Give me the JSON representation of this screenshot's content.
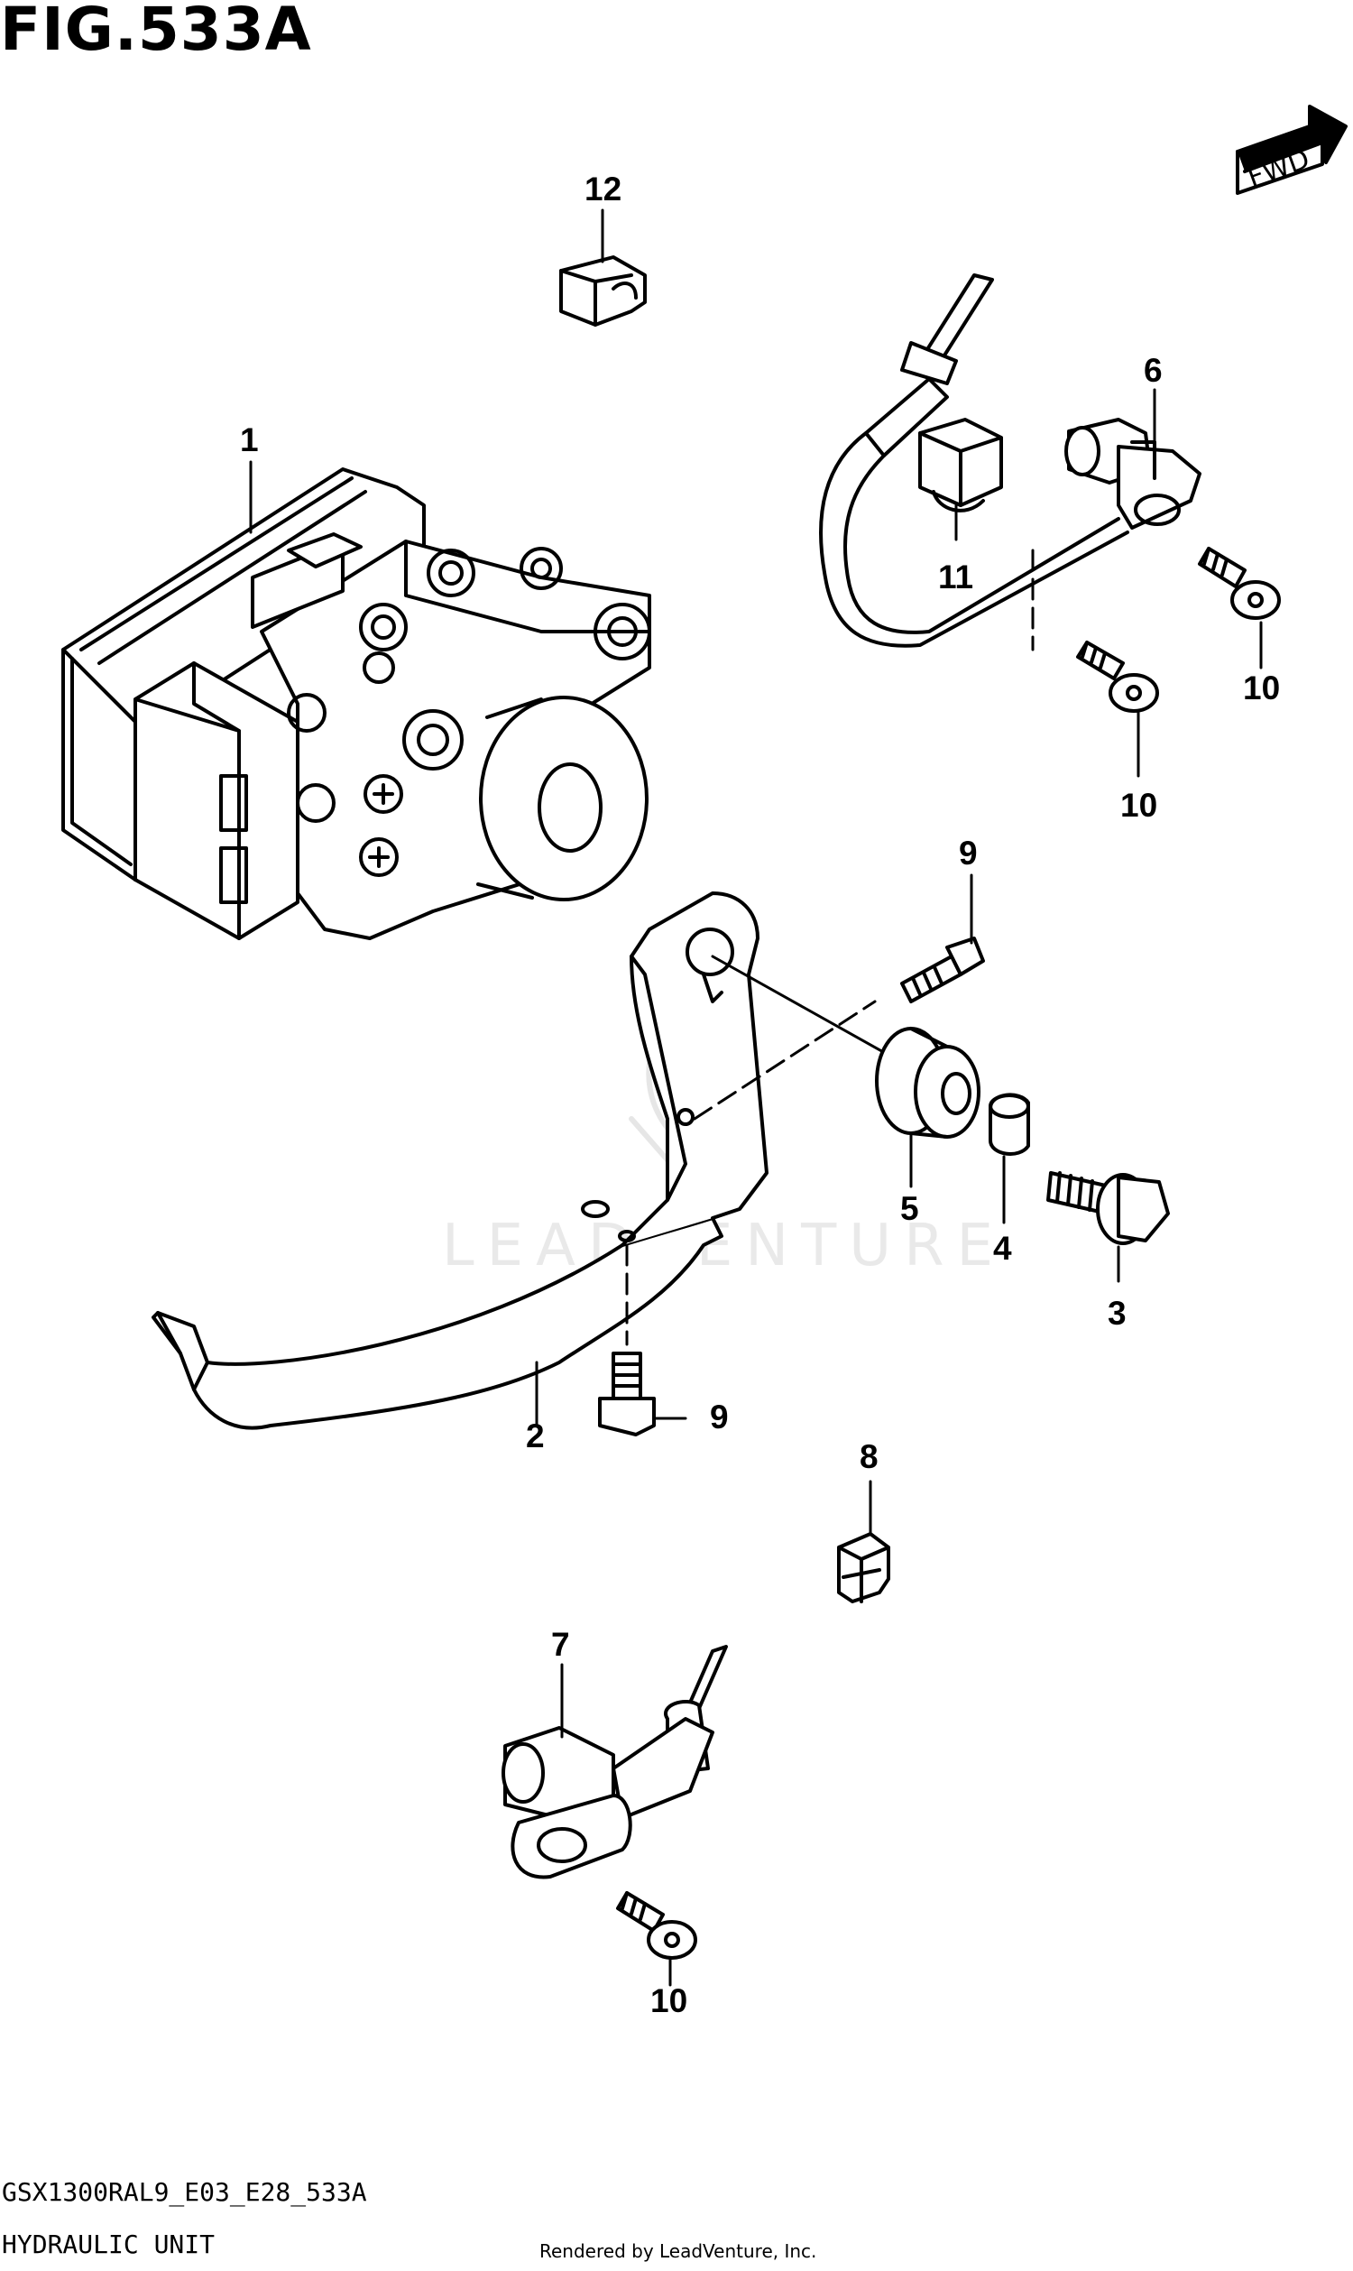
{
  "figure": {
    "title": "FIG.533A",
    "fwd_label": "FWD"
  },
  "callouts": [
    {
      "id": "1",
      "label": "1"
    },
    {
      "id": "2",
      "label": "2"
    },
    {
      "id": "3",
      "label": "3"
    },
    {
      "id": "4",
      "label": "4"
    },
    {
      "id": "5",
      "label": "5"
    },
    {
      "id": "6",
      "label": "6"
    },
    {
      "id": "7",
      "label": "7"
    },
    {
      "id": "8",
      "label": "8"
    },
    {
      "id": "9a",
      "label": "9"
    },
    {
      "id": "9b",
      "label": "9"
    },
    {
      "id": "10a",
      "label": "10"
    },
    {
      "id": "10b",
      "label": "10"
    },
    {
      "id": "10c",
      "label": "10"
    },
    {
      "id": "11",
      "label": "11"
    },
    {
      "id": "12",
      "label": "12"
    }
  ],
  "watermark": "LEADVENTURE",
  "footer": {
    "model_code": "GSX1300RAL9_E03_E28_533A",
    "section_name": "HYDRAULIC UNIT",
    "credit": "Rendered by LeadVenture, Inc."
  }
}
